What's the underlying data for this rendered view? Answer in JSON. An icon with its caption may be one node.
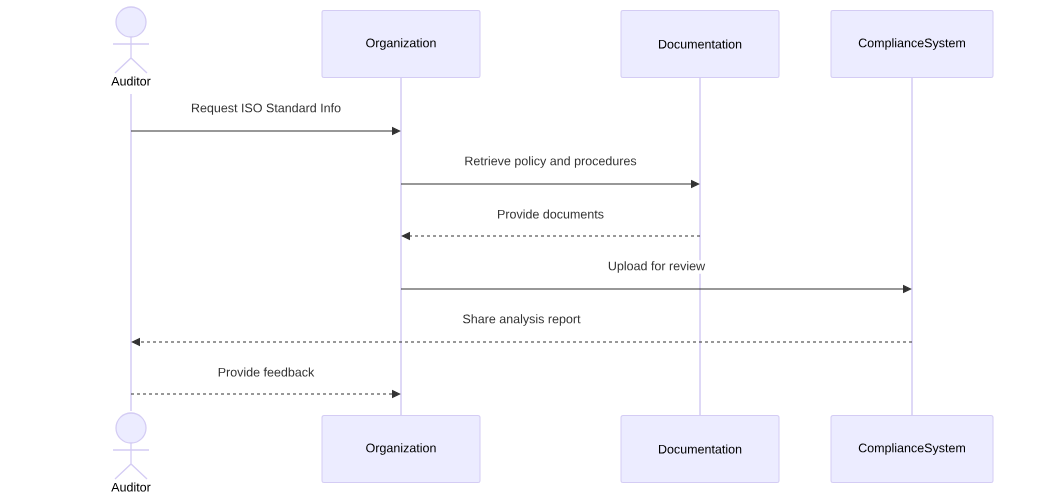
{
  "diagram": {
    "nodes": [
      {
        "text": [
          "Auditor"
        ]
      },
      {
        "text": [
          "Organization"
        ]
      },
      {
        "text": [
          "Documentation"
        ]
      },
      {
        "text": [
          "ComplianceSystem"
        ]
      },
      {
        "text": [
          "Auditor"
        ]
      },
      {
        "text": [
          "Organization"
        ]
      },
      {
        "text": [
          "Documentation"
        ]
      },
      {
        "text": [
          "ComplianceSystem"
        ]
      },
      {
        "text": [],
        "shape": "bar"
      },
      {
        "text": [],
        "shape": "bar"
      },
      {
        "text": [],
        "shape": "bar"
      },
      {
        "text": [],
        "shape": "bar"
      }
    ],
    "edges": [
      {
        "from": 8,
        "to": 9,
        "arrow": "to",
        "label": "Request ISO Standard Info"
      },
      {
        "from": 9,
        "to": 10,
        "arrow": "to",
        "label": "Retrieve policy and procedures"
      },
      {
        "from": 10,
        "to": 9,
        "arrow": "to",
        "label": "Provide documents",
        "style": "dashed"
      },
      {
        "from": 9,
        "to": 11,
        "arrow": "to",
        "label": "Upload for review"
      },
      {
        "from": 11,
        "to": 8,
        "arrow": "to",
        "label": "Share analysis report",
        "style": "dashed"
      },
      {
        "from": 8,
        "to": 9,
        "arrow": "to",
        "label": "Provide feedback",
        "style": "dashed"
      }
    ]
  }
}
